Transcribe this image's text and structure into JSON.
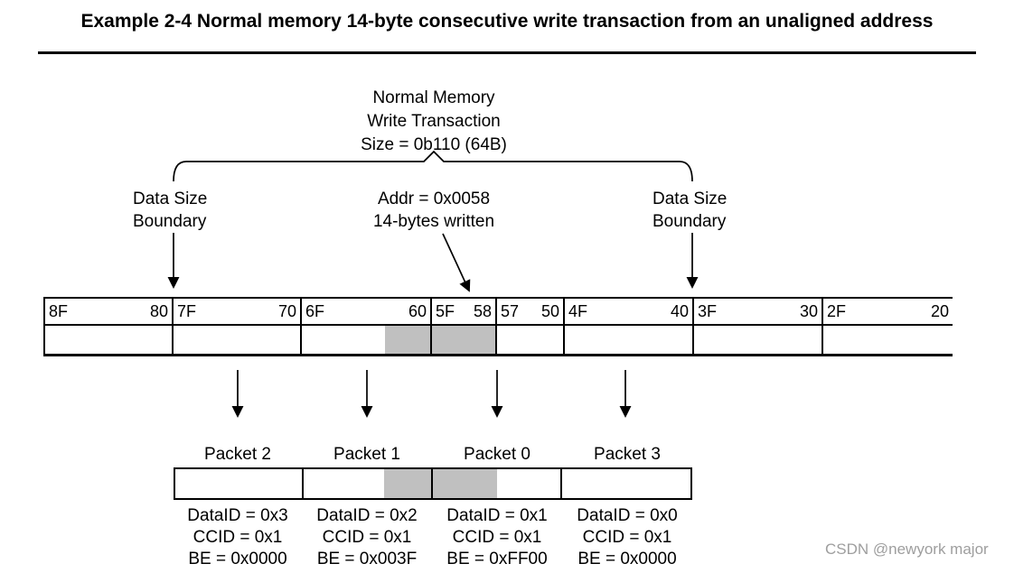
{
  "title": "Example 2-4 Normal memory 14-byte consecutive write transaction from an unaligned address",
  "transaction_label": {
    "line1": "Normal Memory",
    "line2": "Write Transaction",
    "size_line": "Size = 0b110 (64B)"
  },
  "boundary_label": {
    "line1": "Data Size",
    "line2": "Boundary"
  },
  "address_label": {
    "line1": "Addr = 0x0058",
    "line2": "14-bytes written"
  },
  "memory_bar": {
    "segments": [
      {
        "start_label": "8F",
        "end_label": "80",
        "highlight": "none"
      },
      {
        "start_label": "7F",
        "end_label": "70",
        "highlight": "none"
      },
      {
        "start_label": "6F",
        "end_label": "60",
        "highlight": "partial-right"
      },
      {
        "start_label": "5F",
        "end_label": "58",
        "highlight": "full"
      },
      {
        "start_label": "57",
        "end_label": "50",
        "highlight": "none"
      },
      {
        "start_label": "4F",
        "end_label": "40",
        "highlight": "none"
      },
      {
        "start_label": "3F",
        "end_label": "30",
        "highlight": "none"
      },
      {
        "start_label": "2F",
        "end_label": "20",
        "highlight": "none"
      }
    ]
  },
  "packets": [
    {
      "name": "Packet 2",
      "data_id": "DataID = 0x3",
      "ccid": "CCID = 0x1",
      "be": "BE = 0x0000",
      "highlight": "none"
    },
    {
      "name": "Packet 1",
      "data_id": "DataID = 0x2",
      "ccid": "CCID = 0x1",
      "be": "BE = 0x003F",
      "highlight": "partial-right"
    },
    {
      "name": "Packet 0",
      "data_id": "DataID = 0x1",
      "ccid": "CCID = 0x1",
      "be": "BE = 0xFF00",
      "highlight": "partial-left"
    },
    {
      "name": "Packet 3",
      "data_id": "DataID = 0x0",
      "ccid": "CCID = 0x1",
      "be": "BE = 0x0000",
      "highlight": "none"
    }
  ],
  "watermark": "CSDN @newyork major",
  "colors": {
    "highlight_fill": "#c0c0c0",
    "line": "#000000",
    "watermark": "#9e9e9e",
    "background": "#ffffff"
  }
}
